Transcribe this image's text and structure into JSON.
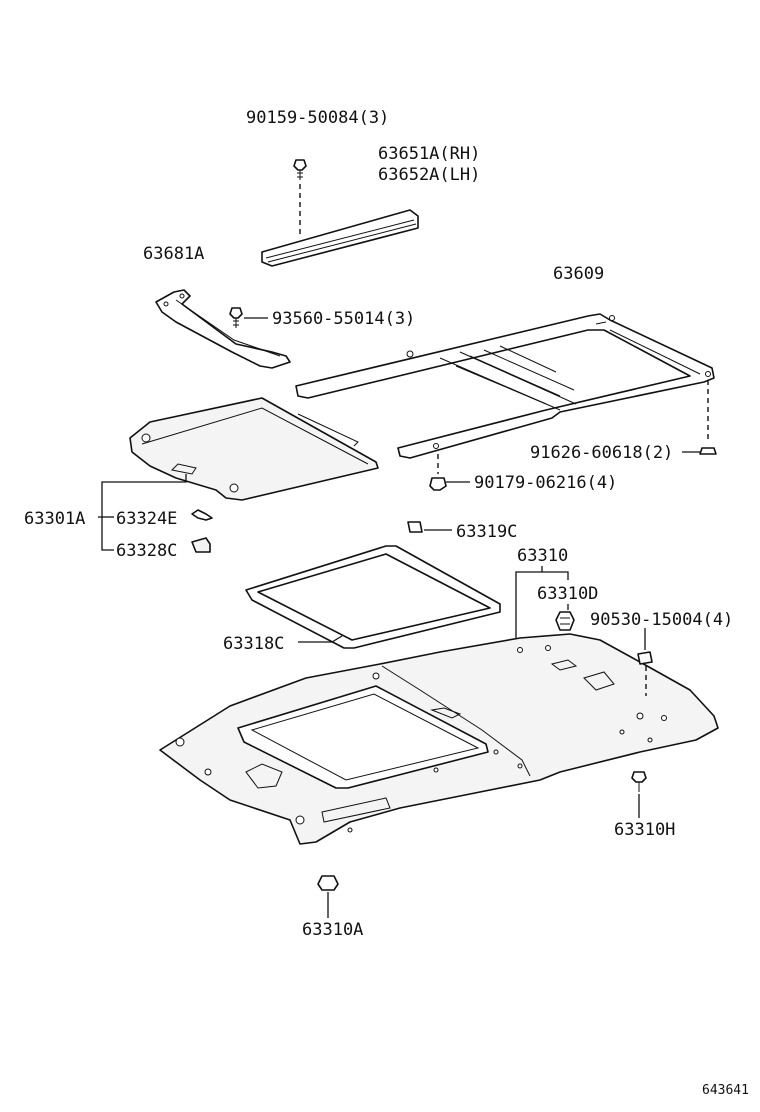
{
  "parts": {
    "screw_90159": "90159-50084(3)",
    "molding_rh": "63651A(RH)",
    "molding_lh": "63652A(LH)",
    "guide_63681a": "63681A",
    "frame_63609": "63609",
    "screw_93560": "93560-55014(3)",
    "bolt_91626": "91626-60618(2)",
    "nut_90179": "90179-06216(4)",
    "shade_63301a": "63301A",
    "part_63324e": "63324E",
    "part_63328c": "63328C",
    "part_63319c": "63319C",
    "headliner_63310": "63310",
    "clip_63310d": "63310D",
    "clip_90530": "90530-15004(4)",
    "weatherstrip_63318c": "63318C",
    "clip_63310h": "63310H",
    "clip_63310a": "63310A"
  },
  "diagram_id": "643641"
}
